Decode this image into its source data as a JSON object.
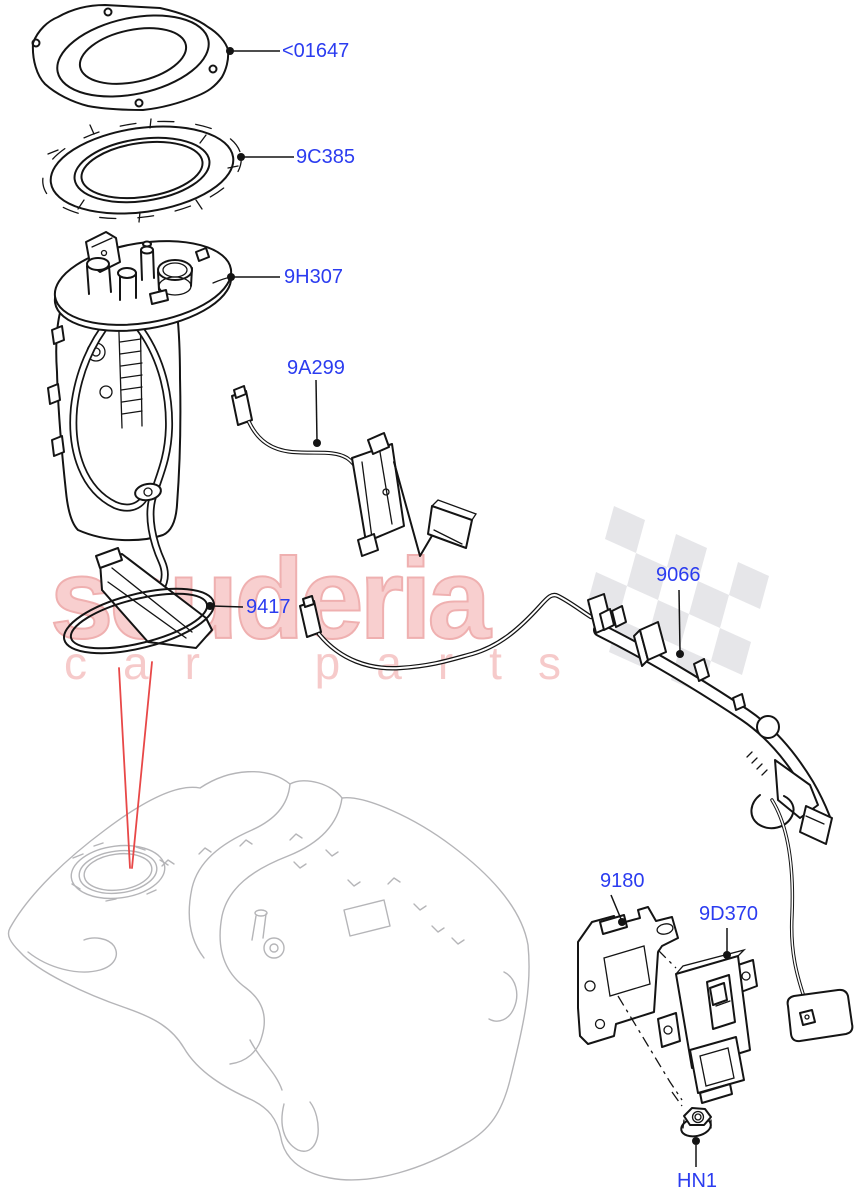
{
  "watermark": {
    "brand": "scuderia",
    "tagline": "car parts"
  },
  "callouts": [
    {
      "part": "<01647"
    },
    {
      "part": "9C385"
    },
    {
      "part": "9H307"
    },
    {
      "part": "9A299"
    },
    {
      "part": "9417"
    },
    {
      "part": "9066"
    },
    {
      "part": "9180"
    },
    {
      "part": "9D370"
    },
    {
      "part": "HN1"
    }
  ],
  "colors": {
    "callout_blue": "#2b3cf0",
    "line_black": "#141414",
    "tank_gray": "#b5b5b8",
    "watermark_pink": "#f5c6c6",
    "flag_gray": "#e3e3e7",
    "arrow_red": "#e84848"
  }
}
